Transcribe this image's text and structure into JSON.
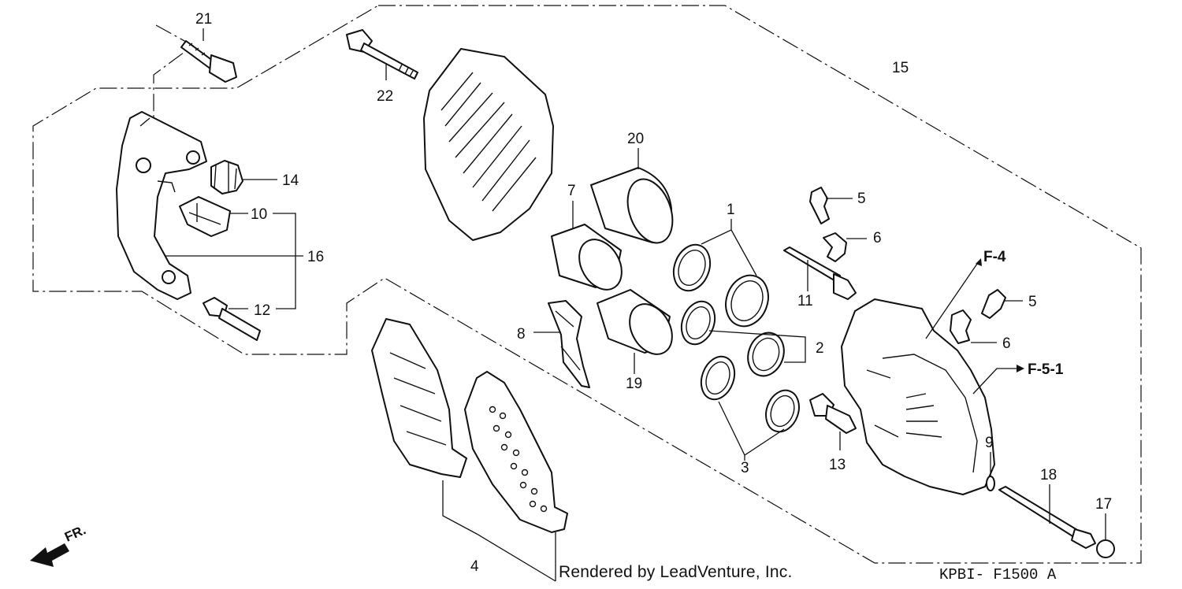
{
  "callouts": {
    "c1": "1",
    "c2": "2",
    "c3": "3",
    "c4": "4",
    "c5a": "5",
    "c5b": "5",
    "c6a": "6",
    "c6b": "6",
    "c7": "7",
    "c8": "8",
    "c9": "9",
    "c10": "10",
    "c11": "11",
    "c12": "12",
    "c13": "13",
    "c14": "14",
    "c15": "15",
    "c16": "16",
    "c17": "17",
    "c18": "18",
    "c19": "19",
    "c20": "20",
    "c21": "21",
    "c22": "22"
  },
  "references": {
    "f4": "F-4",
    "f51": "F-5-1"
  },
  "direction_label": "FR.",
  "credit": "Rendered by LeadVenture, Inc.",
  "diagram_code": "KPBI- F1500 A"
}
